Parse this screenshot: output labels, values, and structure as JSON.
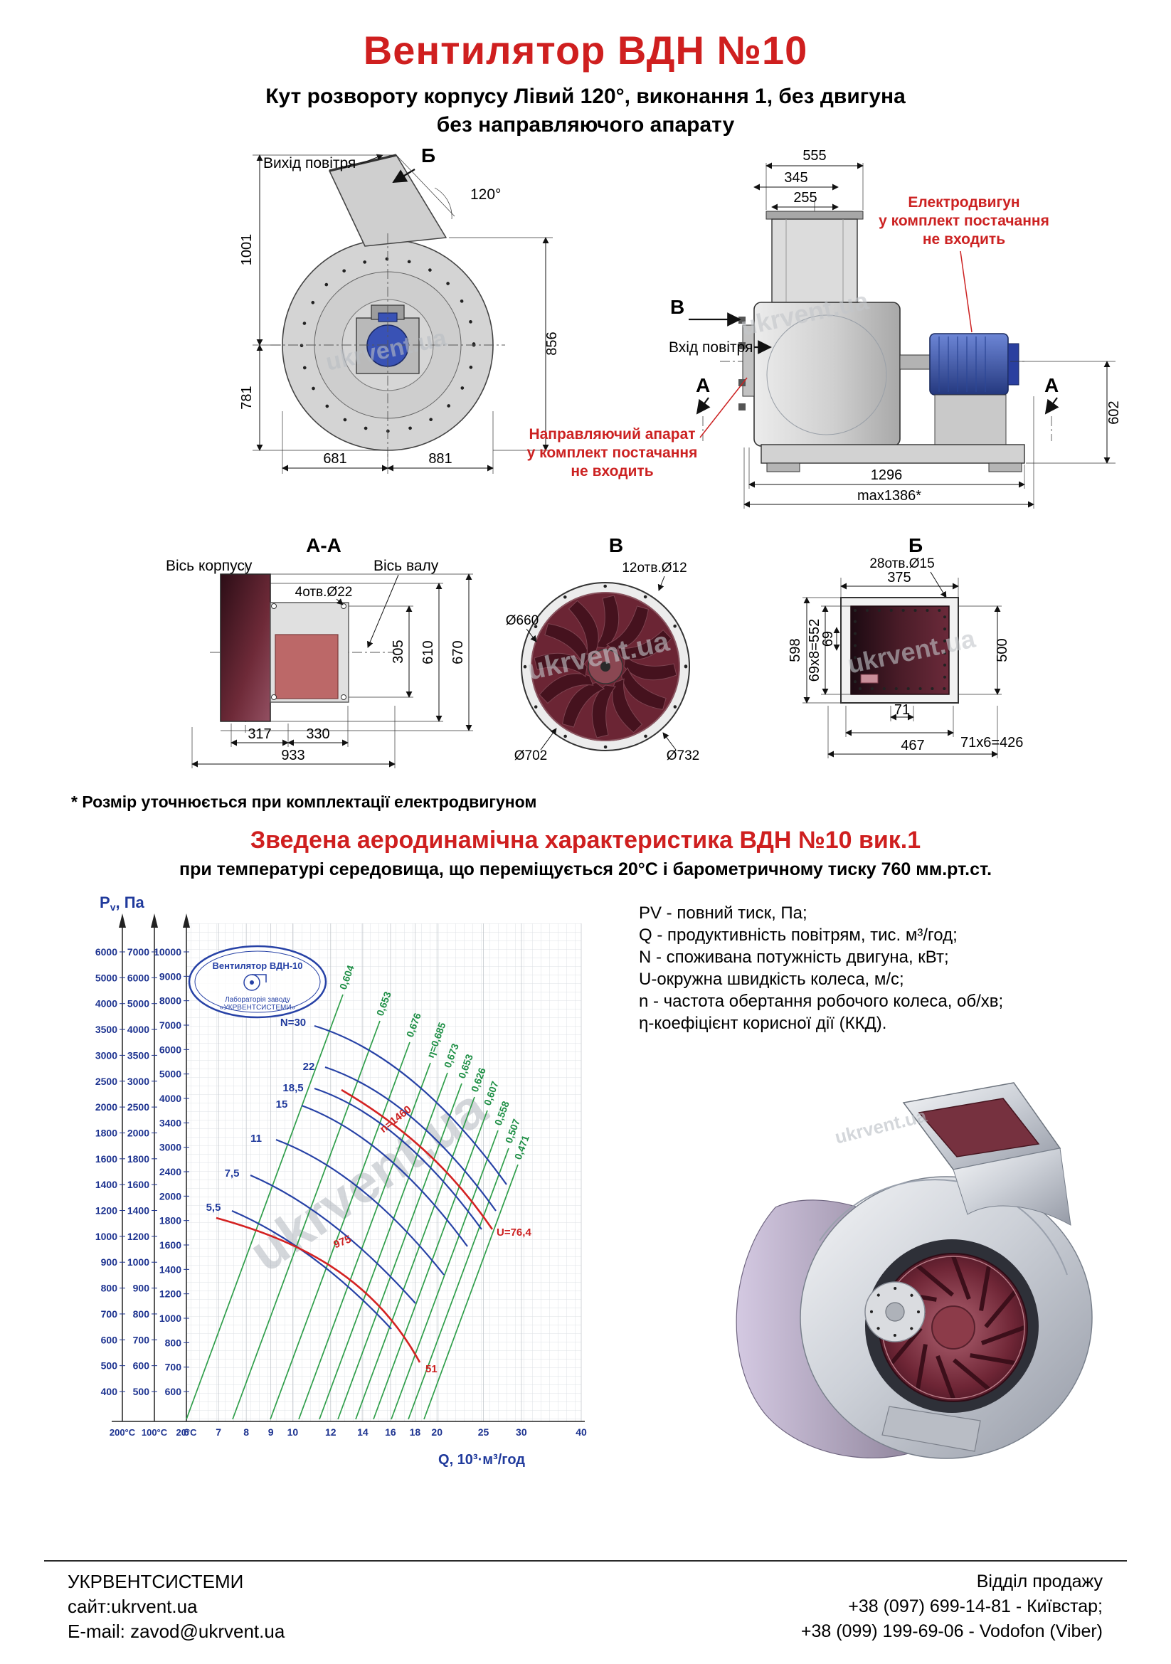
{
  "page": {
    "watermark": "ukrvent.ua"
  },
  "colors": {
    "accent_red": "#cf1f1f",
    "brand_blue": "#203a9c",
    "curve_blue": "#2742a6",
    "curve_green": "#2f9e4a",
    "curve_red": "#d42222",
    "maroon": "#4a1822"
  },
  "header": {
    "title": "Вентилятор  ВДН №10",
    "subtitle_line1": "Кут розвороту корпусу Лівий 120°, виконання 1, без двигуна",
    "subtitle_line2": "без направляючого апарату"
  },
  "front_view": {
    "air_exit": "Вихід повітря",
    "section_mark": "Б",
    "angle": "120°",
    "dim_top_height": "1001",
    "dim_bottom_height": "781",
    "dim_left_width": "681",
    "dim_right_width": "881",
    "dim_outlet": "856"
  },
  "side_view": {
    "dim_inlet_width": "555",
    "dim_345": "345",
    "dim_255": "255",
    "section_mark_v": "В",
    "air_inlet": "Вхід повітря",
    "section_mark_a_left": "А",
    "section_mark_a_right": "А",
    "dim_height": "602",
    "dim_length": "1296",
    "dim_max_length": "max1386*",
    "note_motor": [
      "Електродвигун",
      "у комплект постачання",
      "не входить"
    ],
    "note_guide": [
      "Направляючий апарат",
      "у комплект постачання",
      "не входить"
    ]
  },
  "section_aa": {
    "title": "А-А",
    "axis_body": "Вісь корпусу",
    "axis_shaft": "Вісь валу",
    "holes": "4отв.Ø22",
    "dim_305": "305",
    "dim_610": "610",
    "dim_670": "670",
    "dim_317": "317",
    "dim_330": "330",
    "dim_933": "933"
  },
  "section_v": {
    "title": "В",
    "holes": "12отв.Ø12",
    "dia_660": "Ø660",
    "dia_702": "Ø702",
    "dia_732": "Ø732"
  },
  "section_b": {
    "title": "Б",
    "holes": "28отв.Ø15",
    "dim_375": "375",
    "dim_598": "598",
    "dim_69x8": "69х8=552",
    "dim_69": "69",
    "dim_500": "500",
    "dim_71": "71",
    "dim_71x6": "71х6=426",
    "dim_467": "467"
  },
  "footnote": "* Розмір уточнюється при комплектації електродвигуном",
  "aero": {
    "title": "Зведена аеродинамічна характеристика ВДН №10 вик.1",
    "subtitle": "при температурі середовища, що переміщується 20°С і барометричному тиску 760 мм.рт.ст."
  },
  "legend": {
    "lines": [
      "PV - повний тиск, Па;",
      "Q - продуктивність повітрям, тис. м³/год;",
      "N - споживана потужність двигуна, кВт;",
      "U-окружна швидкість колеса, м/с;",
      "n - частота обертання робочого колеса, об/хв;",
      "η-коефіцієнт корисної дії (ККД)."
    ]
  },
  "chart_data": {
    "type": "line",
    "title": "Зведена аеродинамічна характеристика ВДН №10 вик.1",
    "xlabel": "Q, 10³·м³/год",
    "ylabel_p": "P",
    "ylabel_sub": "v",
    "ylabel_rest": ", Па",
    "x_scale": "log",
    "x_ticks": [
      6,
      7,
      8,
      9,
      10,
      12,
      14,
      16,
      18,
      20,
      25,
      30,
      40
    ],
    "x_temp_labels": [
      "200°C",
      "100°C",
      "20°C"
    ],
    "y_axes": [
      {
        "temp": "200C",
        "ticks": [
          400,
          500,
          600,
          700,
          800,
          900,
          1000,
          1200,
          1400,
          1600,
          1800,
          2000,
          2500,
          3000,
          3500,
          4000,
          5000,
          6000
        ]
      },
      {
        "temp": "100C",
        "ticks": [
          500,
          600,
          700,
          800,
          900,
          1000,
          1200,
          1400,
          1600,
          1800,
          2000,
          2500,
          3000,
          3500,
          4000,
          5000,
          6000,
          7000
        ]
      },
      {
        "temp": "20C",
        "ticks": [
          600,
          700,
          800,
          1000,
          1200,
          1400,
          1600,
          1800,
          2000,
          2400,
          3000,
          3400,
          4000,
          5000,
          6000,
          7000,
          8000,
          9000,
          10000
        ]
      }
    ],
    "efficiency_labels": [
      "0,604",
      "0,653",
      "0,676",
      "η=0,685",
      "0,673",
      "0,653",
      "0,626",
      "0,607",
      "0,558",
      "0,507",
      "0,471"
    ],
    "power_labels": [
      "N=30",
      "22",
      "18,5",
      "15",
      "11",
      "7,5",
      "5,5"
    ],
    "rpm_labels": [
      "n=1460",
      "975"
    ],
    "speed_labels": [
      "U=76,4",
      "51"
    ],
    "grid": true,
    "stamp": {
      "line1": "Вентилятор ВДН-10",
      "line2": "Лабораторія заводу",
      "line3": "«УКРВЕНТСИСТЕМИ»"
    }
  },
  "footer": {
    "company": "УКРВЕНТСИСТЕМИ",
    "site": "сайт:ukrvent.ua",
    "email": "E-mail: zavod@ukrvent.ua",
    "sales_dept": "Відділ продажу",
    "phone_1": "+38 (097) 699-14-81 - Київстар;",
    "phone_2": "+38 (099) 199-69-06 - Vodofon (Viber)"
  }
}
